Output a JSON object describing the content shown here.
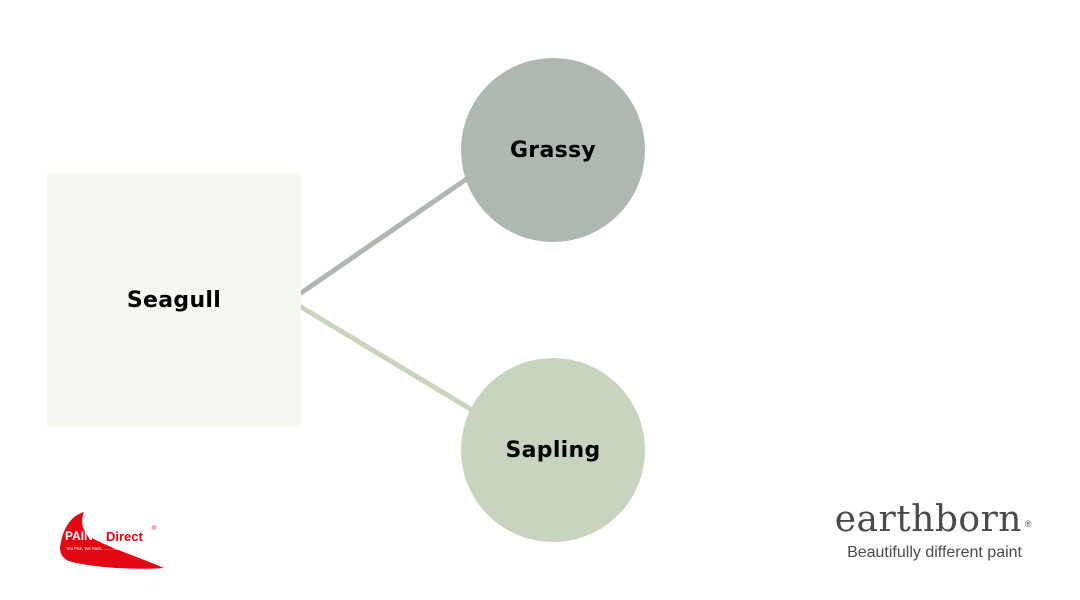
{
  "diagram": {
    "source": {
      "label": "Seagull",
      "color": "#f5f7f1"
    },
    "targets": [
      {
        "label": "Grassy",
        "color": "#aeb7b0",
        "connector_color": "#aeb7b0"
      },
      {
        "label": "Sapling",
        "color": "#c8d4be",
        "connector_color": "#c8d4be"
      }
    ]
  },
  "logos": {
    "paint_direct": {
      "brand_a": "PAINT",
      "brand_b": "Direct",
      "tagline": "You Pick, We Pack..........You Paint!",
      "registered": "®",
      "accent_color": "#e30613"
    },
    "earthborn": {
      "wordmark": "earthborn",
      "registered": "®",
      "tagline": "Beautifully different paint",
      "text_color": "#4a4a4a"
    }
  }
}
